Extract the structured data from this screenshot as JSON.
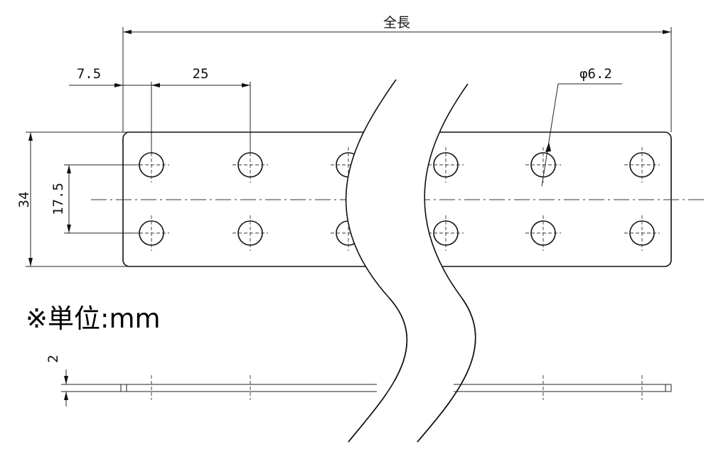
{
  "labels": {
    "overall_length": "全長",
    "edge_offset": "7.5",
    "hole_pitch": "25",
    "hole_diameter": "φ6.2",
    "height": "34",
    "row_spacing": "17.5",
    "thickness": "2",
    "unit_note": "※単位:mm"
  },
  "holes": {
    "columns": 6,
    "rows": 2
  }
}
